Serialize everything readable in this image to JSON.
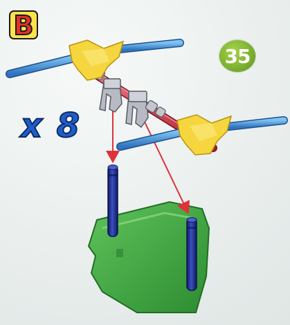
{
  "step": {
    "label": "B",
    "color": "#e2332b"
  },
  "page_number": {
    "label": "35",
    "color": "#7eb330"
  },
  "quantity": {
    "label": "x 8",
    "color": "#1f5ec8"
  },
  "colors": {
    "blue_rod": "#3d8fd6",
    "yellow_connector": "#f4d43c",
    "red_rod": "#d4283a",
    "gray_clip": "#a9acb4",
    "navy_rod": "#1c2a8c",
    "green_panel": "#3aa43c",
    "arrow": "#e0303a"
  },
  "parts": [
    "blue-rod",
    "yellow-connector",
    "red-rod",
    "gray-clip",
    "navy-rod",
    "green-panel"
  ]
}
